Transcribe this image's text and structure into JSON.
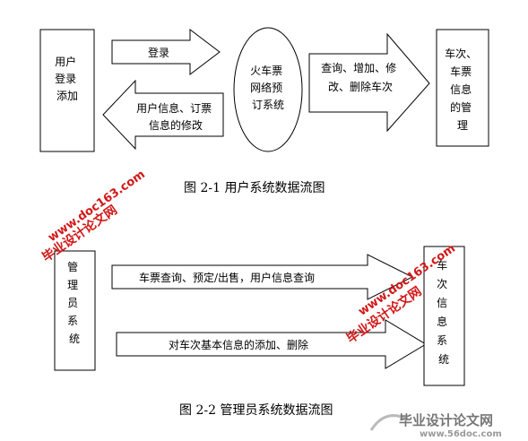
{
  "figure1": {
    "caption": "图 2-1   用户系统数据流图",
    "user_box": [
      "用户",
      "登录",
      "添加"
    ],
    "login_arrow": "登录",
    "info_arrow": [
      "用户信息、订票",
      "信息的修改"
    ],
    "center_system": [
      "火车票",
      "网络预",
      "订系统"
    ],
    "query_arrow": [
      "查询、增加、修",
      "改、删除车次"
    ],
    "train_info_box": [
      "车次、",
      "车票",
      "信息",
      "的管",
      "理"
    ]
  },
  "figure2": {
    "caption": "图 2-2   管理员系统数据流图",
    "admin_box": [
      "管",
      "理",
      "员",
      "系",
      "统"
    ],
    "query_arrow": "车票查询、预定/出售，用户信息查询",
    "manage_arrow": "对车次基本信息的添加、删除",
    "train_system_box": [
      "车",
      "次",
      "信",
      "息",
      "系",
      "统"
    ]
  },
  "watermarks": {
    "site_cn": "毕业设计论文网",
    "site_url": "www.doc163.com",
    "footer_logo": "毕业设计论文网",
    "footer_url": "www.56doc.com"
  },
  "colors": {
    "watermark_red": "#d21818",
    "watermark_gray": "#9a9a9a",
    "line": "#000000"
  }
}
